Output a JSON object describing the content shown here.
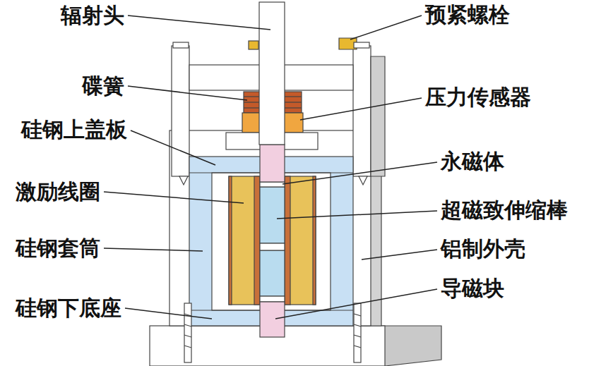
{
  "diagram": {
    "labels": [
      "辐射头",
      "预紧螺栓",
      "碟簧",
      "压力传感器",
      "硅钢上盖板",
      "永磁体",
      "激励线圈",
      "超磁致伸缩棒",
      "硅钢套筒",
      "铝制外壳",
      "硅钢下底座",
      "导磁块"
    ]
  }
}
